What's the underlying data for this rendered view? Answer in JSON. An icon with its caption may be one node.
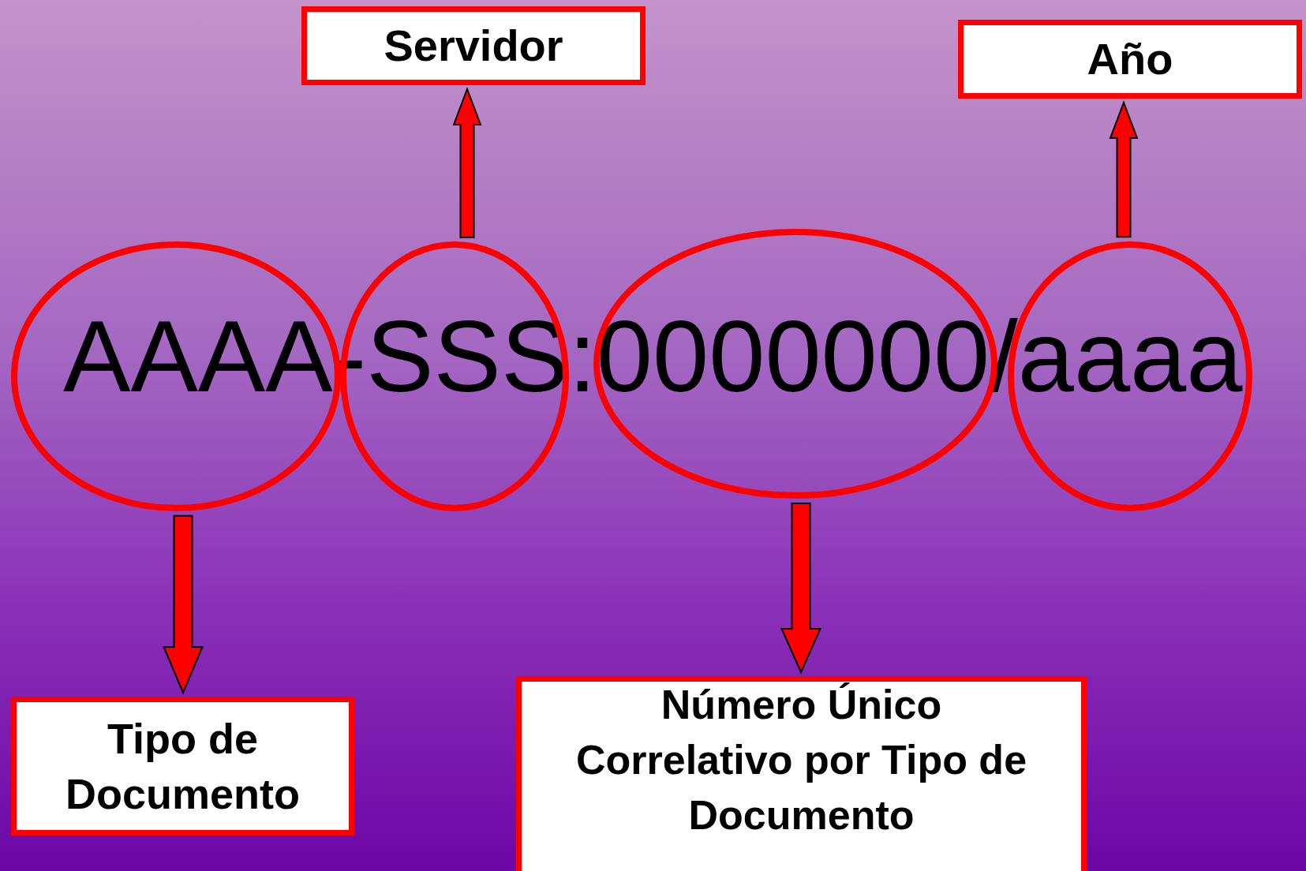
{
  "diagram": {
    "nodes": [
      {
        "text": [
          "Servidor"
        ]
      },
      {
        "text": [
          "Año"
        ]
      },
      {
        "text": [],
        "shape": "ellipse"
      },
      {
        "text": [],
        "shape": "ellipse"
      },
      {
        "text": [],
        "shape": "ellipse"
      },
      {
        "text": [],
        "shape": "ellipse"
      },
      {
        "text": [
          "Tipo de Documento"
        ]
      },
      {
        "text": [
          "Número Único Correlativo por Tipo de Documento"
        ]
      }
    ],
    "edges": [
      {
        "from": 3,
        "to": 0,
        "arrow": "to"
      },
      {
        "from": 5,
        "to": 1,
        "arrow": "to"
      },
      {
        "from": 2,
        "to": 6,
        "arrow": "to"
      },
      {
        "from": 4,
        "to": 7,
        "arrow": "to"
      }
    ],
    "labels": [
      "AAAA-SSS:0000000/aaaa"
    ]
  }
}
